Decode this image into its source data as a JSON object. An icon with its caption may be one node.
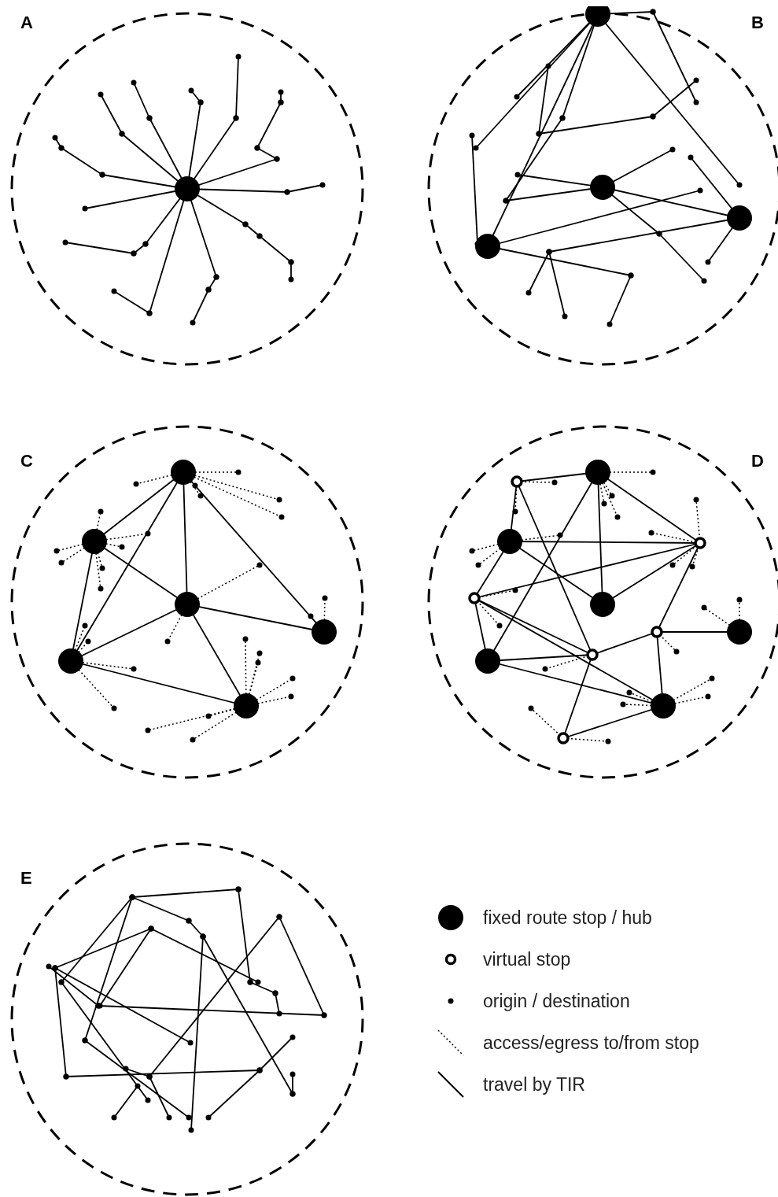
{
  "diagram": {
    "nodes": [
      {
        "text": [
          "A"
        ]
      },
      {
        "text": [
          "B"
        ]
      },
      {
        "text": [
          "C"
        ]
      },
      {
        "text": [
          "D"
        ]
      },
      {
        "text": [
          "E"
        ]
      }
    ],
    "edges": [],
    "legend": [
      {
        "text": "fixed route stop / hub"
      },
      {
        "text": "virtual stop"
      },
      {
        "text": "origin / destination"
      },
      {
        "text": "access/egress to/from stop"
      },
      {
        "text": "travel by TIR"
      }
    ]
  }
}
